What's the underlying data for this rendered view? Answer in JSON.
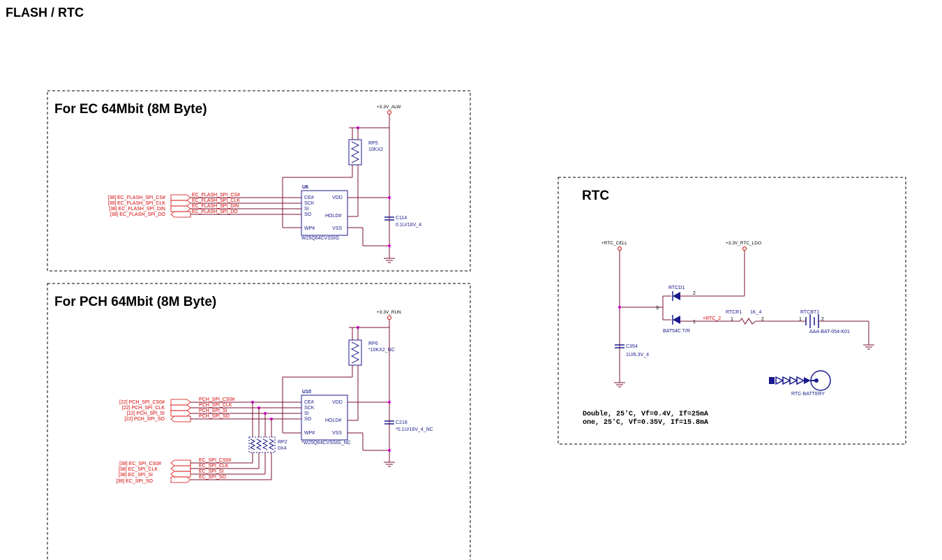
{
  "page": {
    "title": "FLASH / RTC"
  },
  "ec_flash": {
    "heading": "For EC 64Mbit (8M Byte)",
    "power_rail": "+3.3V_ALW",
    "resistor_ref": "RP5",
    "resistor_value": "10KX2",
    "chip_ref": "U6",
    "chip_part": "W25Q64CVSSIG",
    "cap_ref": "C114",
    "cap_value": "0.1U/16V_4",
    "pins": {
      "ce": "CE#",
      "sck": "SCK",
      "si": "SI",
      "so": "SO",
      "wp": "WP#",
      "vdd": "VDD",
      "hold": "HOLD#",
      "vss": "VSS"
    },
    "ext_labels": [
      "[38]  EC_FLASH_SPI_CS#",
      "[38]  EC_FLASH_SPI_CLK",
      "[38]  EC_FLASH_SPI_DIN",
      "[38]  EC_FLASH_SPI_DO"
    ],
    "net_labels": [
      "EC_FLASH_SPI_CS#",
      "EC_FLASH_SPI_CLK",
      "EC_FLASH_SPI_DIN",
      "EC_FLASH_SPI_DO"
    ]
  },
  "pch_flash": {
    "heading": "For PCH  64Mbit (8M Byte)",
    "power_rail": "+3.3V_RUN",
    "resistor_ref": "RP6",
    "resistor_value": "*10KX2_NC",
    "chip_ref": "U10",
    "chip_part": "*W25Q64CVSSIG_NC",
    "cap_ref": "C218",
    "cap_value": "*0.1U/16V_4_NC",
    "rp2_ref": "RP2",
    "rp2_value": "0X4",
    "pins": {
      "ce": "CE#",
      "sck": "SCK",
      "si": "SI",
      "so": "SO",
      "wp": "WP#",
      "vdd": "VDD",
      "hold": "HOLD#",
      "vss": "VSS"
    },
    "pch_ext_labels": [
      "[22]  PCH_SPI_CS0#",
      "[22]  PCH_SPI_CLK",
      "[22]  PCH_SPI_SI",
      "[22]  PCH_SPI_SO"
    ],
    "pch_net_labels": [
      "PCH_SPI_CS0#",
      "PCH_SPI_CLK",
      "PCH_SPI_SI",
      "PCH_SPI_SO"
    ],
    "ec_ext_labels": [
      "[38]  EC_SPI_CS0#",
      "[38]  EC_SPI_CLK",
      "[38]  EC_SPI_SI",
      "[38]  EC_SPI_SO"
    ],
    "ec_net_labels": [
      "EC_SPI_CS0#",
      "EC_SPI_CLK",
      "EC_SPI_SI",
      "EC_SPI_SO"
    ]
  },
  "rtc": {
    "heading": "RTC",
    "cell_rail": "+RTC_CELL",
    "ldo_rail": "+3.3V_RTC_LDO",
    "diode_ref": "RTCD1",
    "diode_part": "BAT54C T/R",
    "net_rtc2": "+RTC_2",
    "res_ref": "RTCR1",
    "res_value": "1K_4",
    "bat_ref": "RTCBT1",
    "bat_part": "AAA-BAT-054-K01",
    "cap_ref": "C354",
    "cap_value": "1U/6.3V_4",
    "battery_label": "RTC-BATTERY",
    "note_line1": "Double, 25'C, Vf=0.4V, If=25mA",
    "note_line2": "one, 25'C, Vf=0.35V, If=15.8mA"
  },
  "colors": {
    "wire": "#7a1030",
    "net": "#d40000",
    "label": "#1a1a8c",
    "junction": "#cc00cc",
    "box": "#000000"
  }
}
